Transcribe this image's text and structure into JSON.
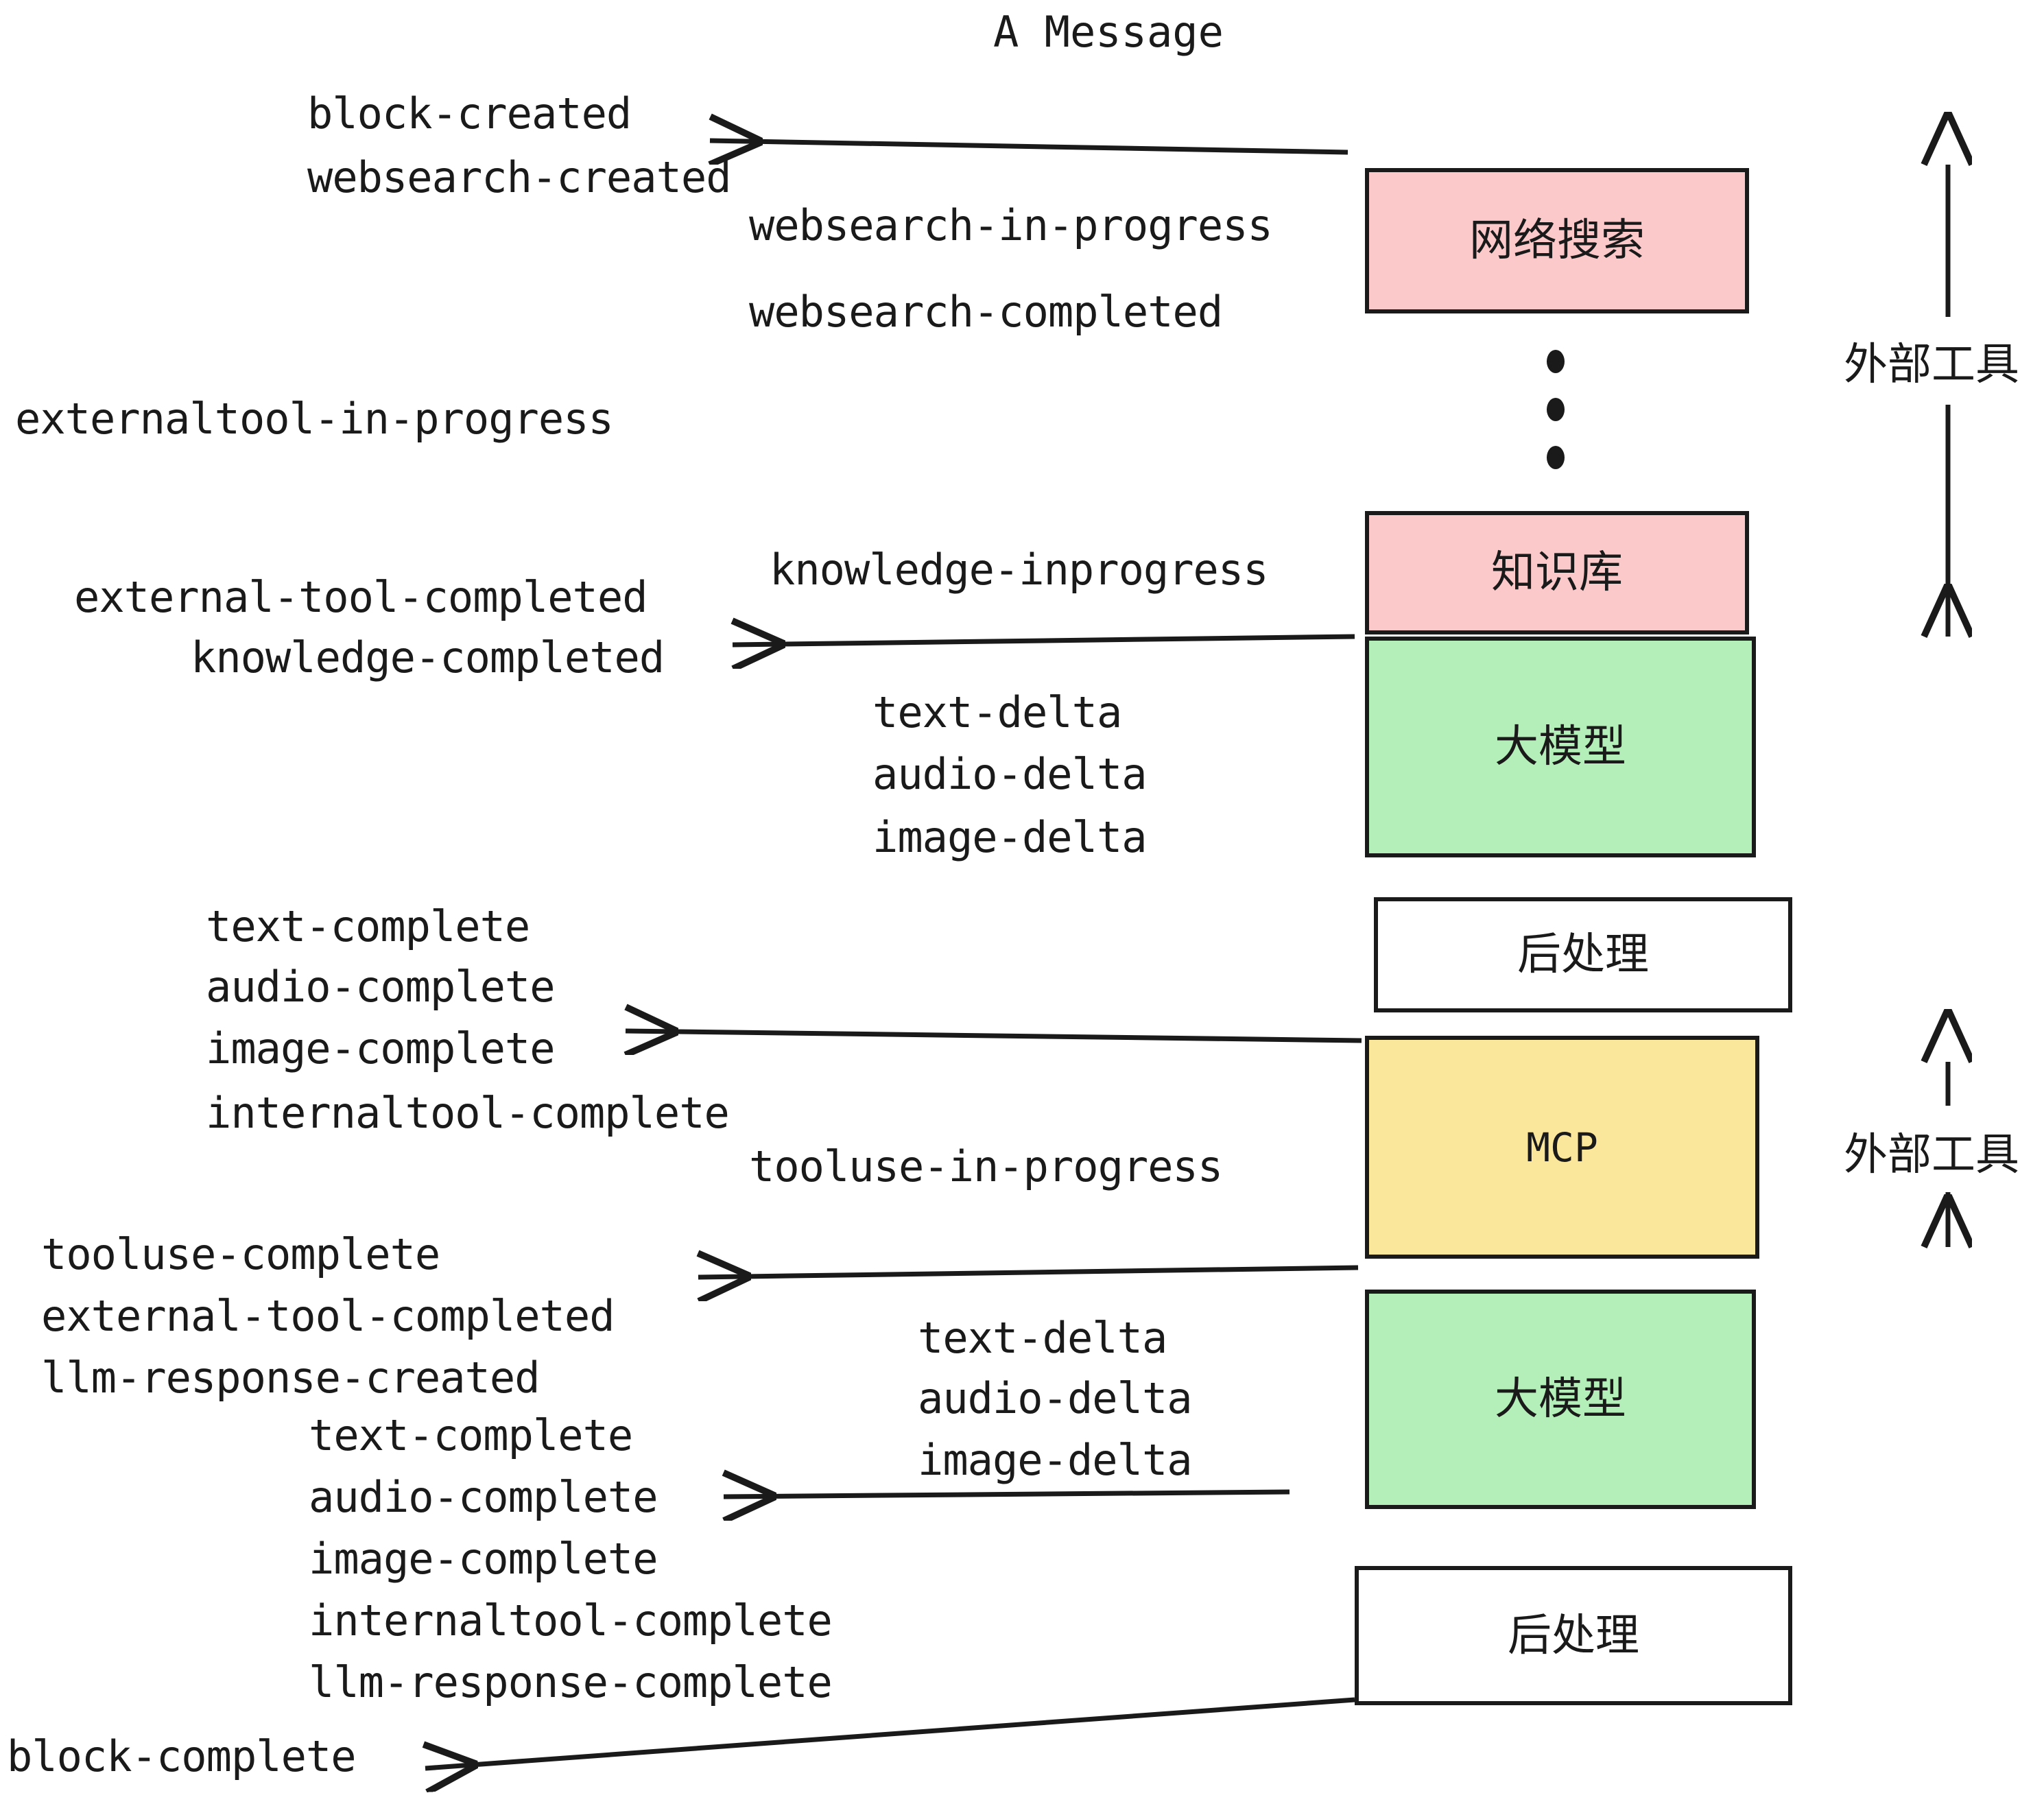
{
  "title": "A Message",
  "colors": {
    "pink": "#fbc9ca",
    "green": "#b4efb9",
    "yellow": "#fbe79b",
    "white": "#ffffff",
    "stroke": "#1a1a1a",
    "background": "#ffffff"
  },
  "boxes": [
    {
      "id": "websearch",
      "label": "网络搜索",
      "fill": "pink"
    },
    {
      "id": "knowledgebase",
      "label": "知识库",
      "fill": "pink"
    },
    {
      "id": "llm-1",
      "label": "大模型",
      "fill": "green"
    },
    {
      "id": "postprocess-1",
      "label": "后处理",
      "fill": "white"
    },
    {
      "id": "mcp",
      "label": "MCP",
      "fill": "yellow"
    },
    {
      "id": "llm-2",
      "label": "大模型",
      "fill": "green"
    },
    {
      "id": "postprocess-2",
      "label": "后处理",
      "fill": "white"
    }
  ],
  "events": {
    "block_created": "block-created",
    "websearch_created": "websearch-created",
    "websearch_in_progress": "websearch-in-progress",
    "websearch_completed": "websearch-completed",
    "externaltool_in_progress": "externaltool-in-progress",
    "knowledge_inprogress": "knowledge-inprogress",
    "external_tool_completed": "external-tool-completed",
    "knowledge_completed": "knowledge-completed",
    "text_delta": "text-delta",
    "audio_delta": "audio-delta",
    "image_delta": "image-delta",
    "text_complete": "text-complete",
    "audio_complete": "audio-complete",
    "image_complete": "image-complete",
    "internaltool_complete": "internaltool-complete",
    "tooluse_in_progress": "tooluse-in-progress",
    "tooluse_complete": "tooluse-complete",
    "external_tool_completed_2": "external-tool-completed",
    "llm_response_created": "llm-response-created",
    "text_complete_2": "text-complete",
    "audio_complete_2": "audio-complete",
    "image_complete_2": "image-complete",
    "internaltool_complete_2": "internaltool-complete",
    "llm_response_complete": "llm-response-complete",
    "text_delta_2": "text-delta",
    "audio_delta_2": "audio-delta",
    "image_delta_2": "image-delta",
    "block_complete": "block-complete"
  },
  "side_labels": {
    "external_tool_top": "外部工具",
    "external_tool_bottom": "外部工具"
  },
  "ellipsis": "⋮"
}
